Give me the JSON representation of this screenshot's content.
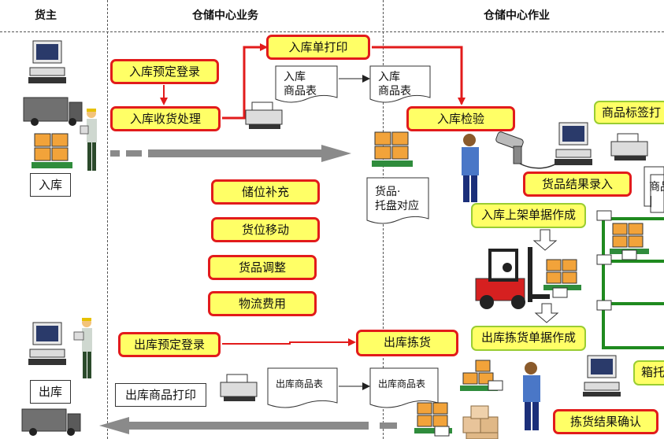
{
  "headers": {
    "owner": "货主",
    "business": "仓储中心业务",
    "operation": "仓储中心作业"
  },
  "owner": {
    "inbound_label": "入库",
    "outbound_label": "出库"
  },
  "business": {
    "inbound_reservation": "入库预定登录",
    "inbound_receiving": "入库收货处理",
    "inbound_print": "入库单打印",
    "inbound_doc": [
      "入库",
      "商品表"
    ],
    "inbound_doc2": [
      "入库",
      "商品表"
    ],
    "goods_pallet_doc": [
      "货品·",
      "托盘对应"
    ],
    "replenish": "储位补充",
    "relocate": "货位移动",
    "adjust": "货品调整",
    "logistics_fee": "物流费用",
    "outbound_reservation": "出库预定登录",
    "outbound_print": "出库商品打印",
    "outbound_doc": "出库商品表",
    "outbound_doc2": "出库商品表"
  },
  "operation": {
    "inspection": "入库检验",
    "label_print": "商品标签打",
    "result_entry": "货品结果录入",
    "right_doc": [
      "商品",
      "|"
    ],
    "putaway_doc": "入库上架单据作成",
    "picking": "出库拣货",
    "picking_doc": "出库拣货单据作成",
    "box": "箱托",
    "picking_confirm": "拣货结果确认"
  },
  "colors": {
    "accent_red": "#e21b1b",
    "box_yellow": "#ffff66",
    "rack_green": "#1f8a1f",
    "cargo_orange": "#f2a33a",
    "pallet_green": "#2f8c3c",
    "arrow_gray": "#8a8a8a"
  }
}
